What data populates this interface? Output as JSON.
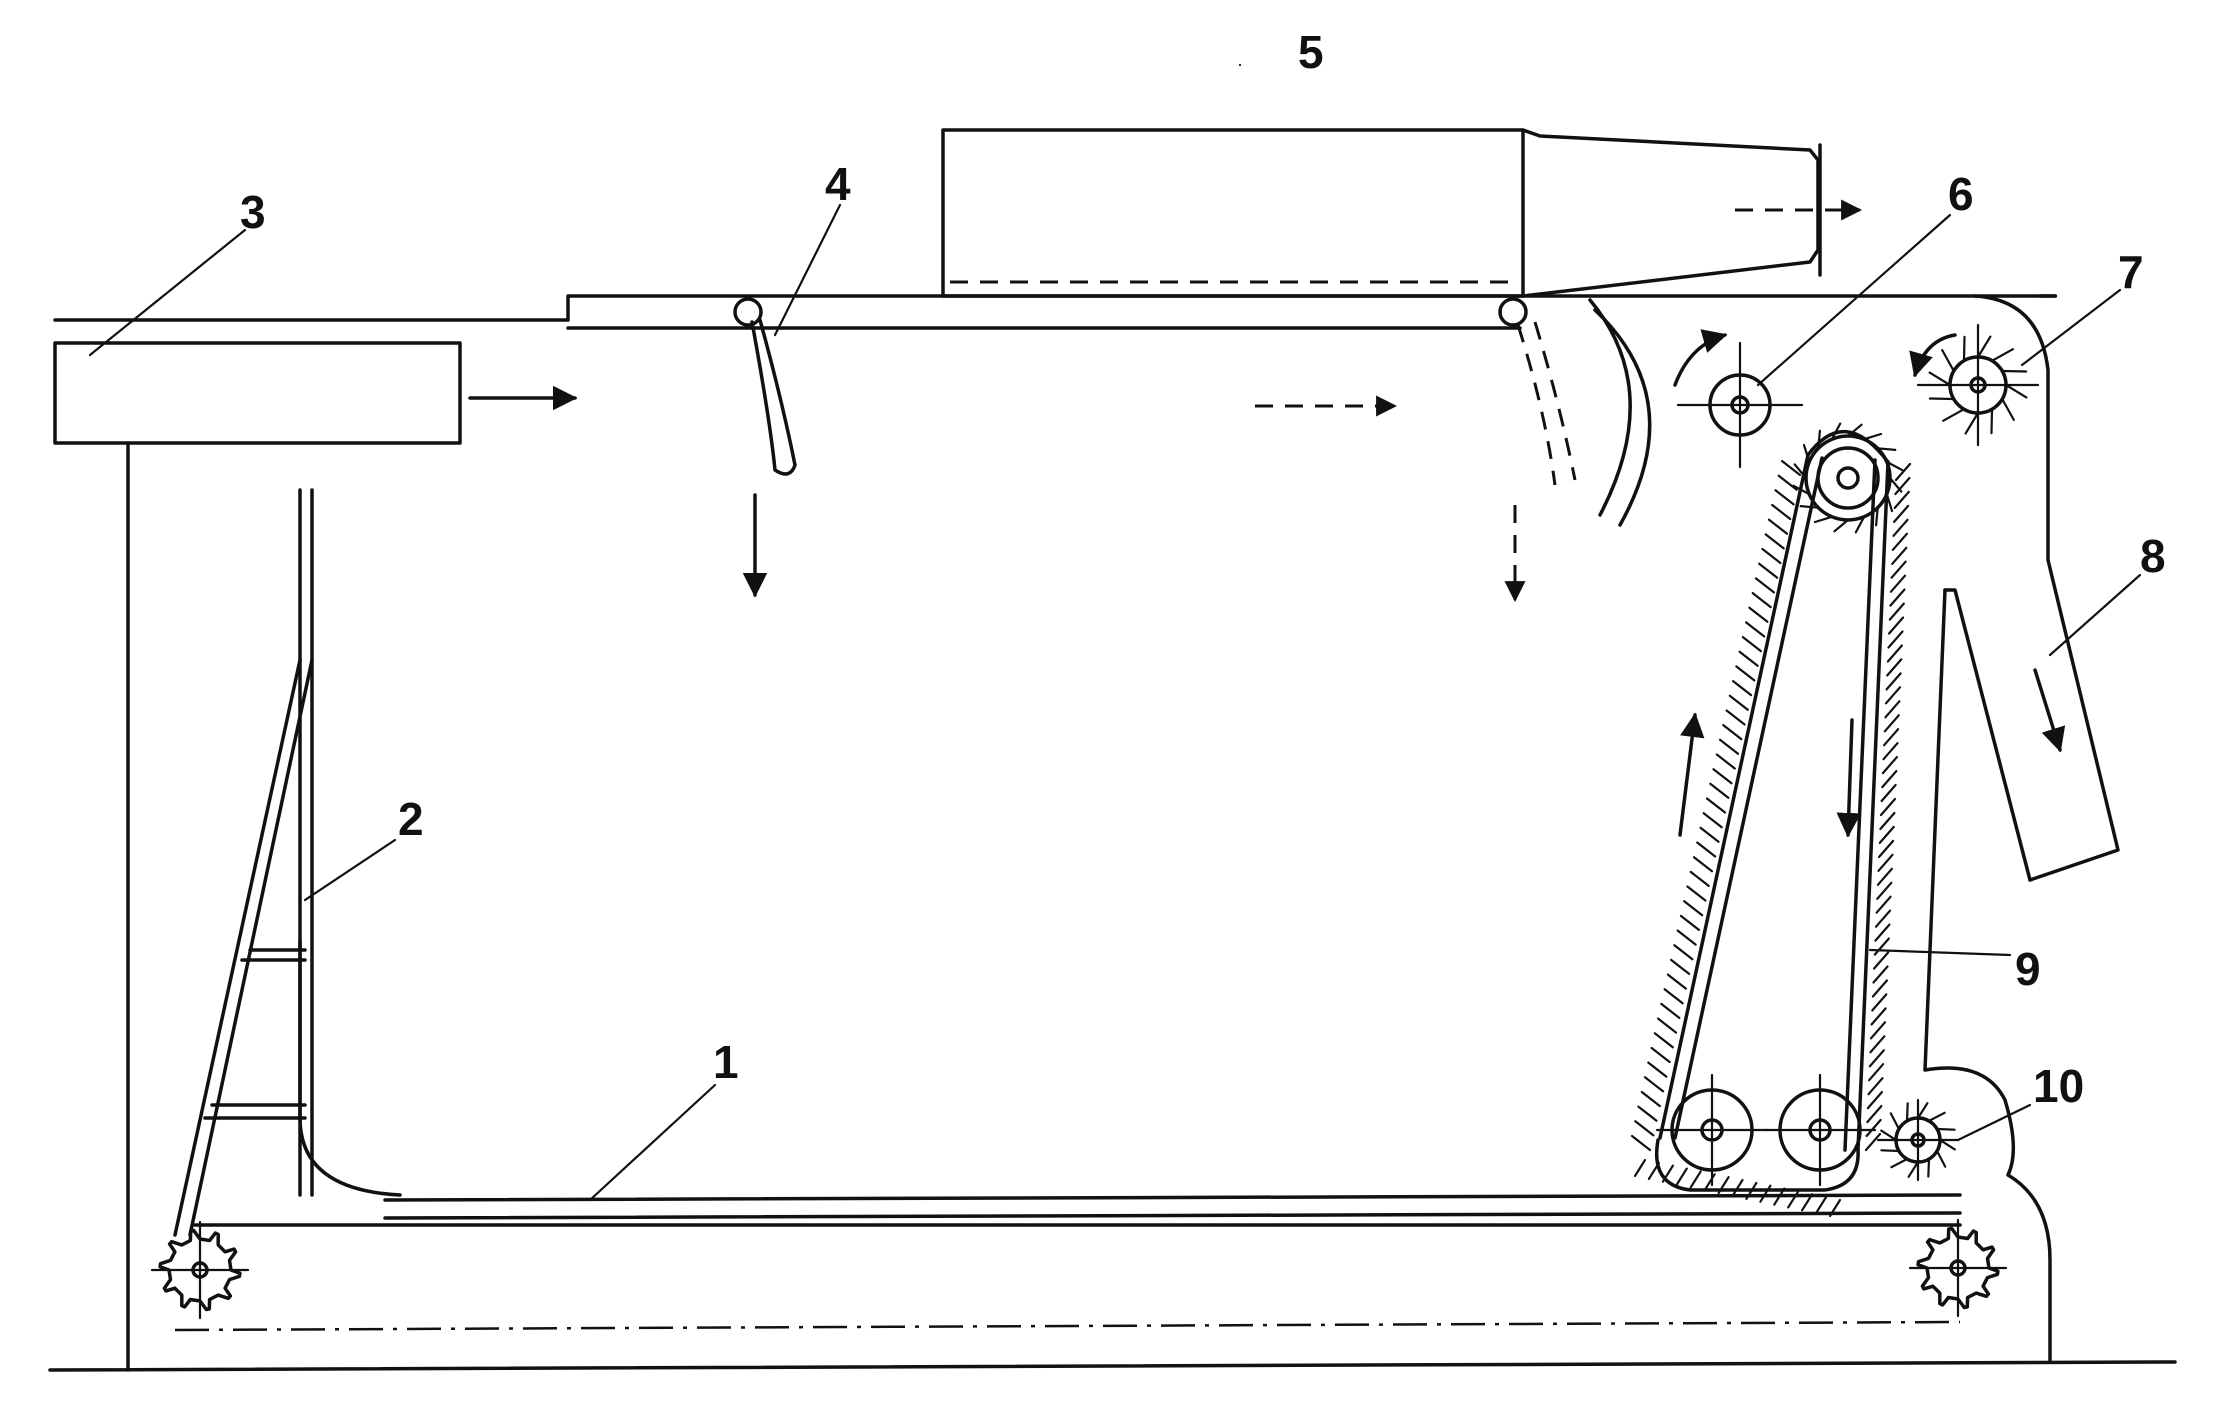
{
  "diagram": {
    "labels": [
      {
        "id": "1",
        "text": "1"
      },
      {
        "id": "2",
        "text": "2"
      },
      {
        "id": "3",
        "text": "3"
      },
      {
        "id": "4",
        "text": "4"
      },
      {
        "id": "5",
        "text": "5"
      },
      {
        "id": "6",
        "text": "6"
      },
      {
        "id": "7",
        "text": "7"
      },
      {
        "id": "8",
        "text": "8"
      },
      {
        "id": "9",
        "text": "9"
      },
      {
        "id": "10",
        "text": "10"
      }
    ],
    "colors": {
      "line": "#111111",
      "background": "#ffffff"
    }
  }
}
